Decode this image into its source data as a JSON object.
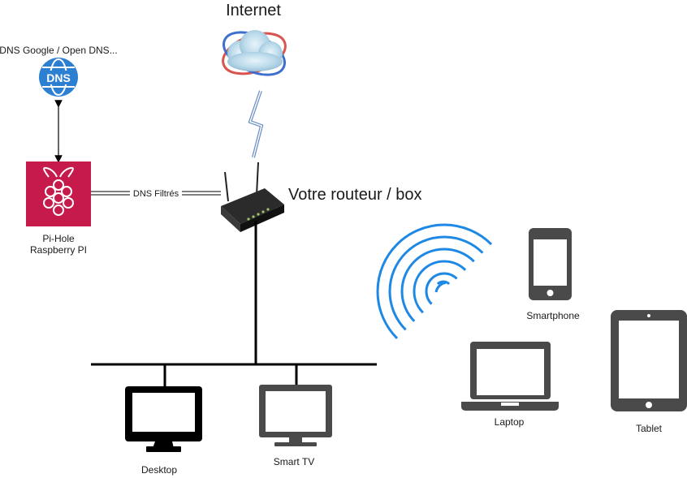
{
  "diagram": {
    "internet_label": "Internet",
    "dns_label": "DNS Google / Open DNS...",
    "dns_icon_text": "DNS",
    "router_label": "Votre routeur / box",
    "link_label": "DNS Filtrés",
    "pihole_label_line1": "Pi-Hole",
    "pihole_label_line2": "Raspberry PI",
    "smartphone_label": "Smartphone",
    "laptop_label": "Laptop",
    "tablet_label": "Tablet",
    "desktop_label": "Desktop",
    "smarttv_label": "Smart TV"
  },
  "icons": [
    "cloud-icon",
    "dns-globe-icon",
    "raspberry-pi-icon",
    "router-icon",
    "wifi-icon",
    "smartphone-icon",
    "laptop-icon",
    "tablet-icon",
    "desktop-icon",
    "smart-tv-icon"
  ],
  "colors": {
    "dns_blue": "#2d7fd1",
    "raspberry": "#c51a4a",
    "wifi": "#1e88e5",
    "device": "#4a4a4a",
    "lightning": "#6b8fc4"
  }
}
